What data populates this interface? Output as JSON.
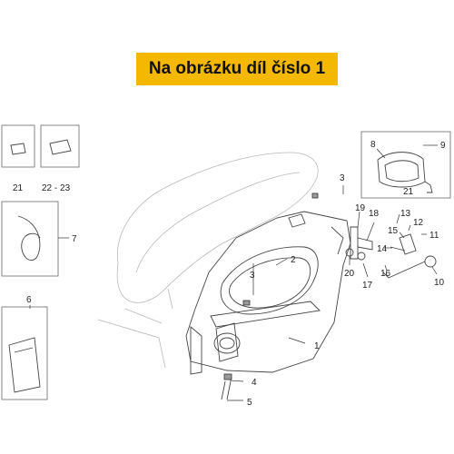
{
  "banner": {
    "text": "Na obrázku díl číslo 1",
    "color": "#f5b800"
  },
  "callouts": [
    "1",
    "2",
    "3",
    "3",
    "4",
    "5",
    "6",
    "7",
    "8",
    "9",
    "10",
    "11",
    "12",
    "13",
    "14",
    "15",
    "16",
    "17",
    "18",
    "19",
    "20",
    "21",
    "21",
    "22 - 23"
  ]
}
